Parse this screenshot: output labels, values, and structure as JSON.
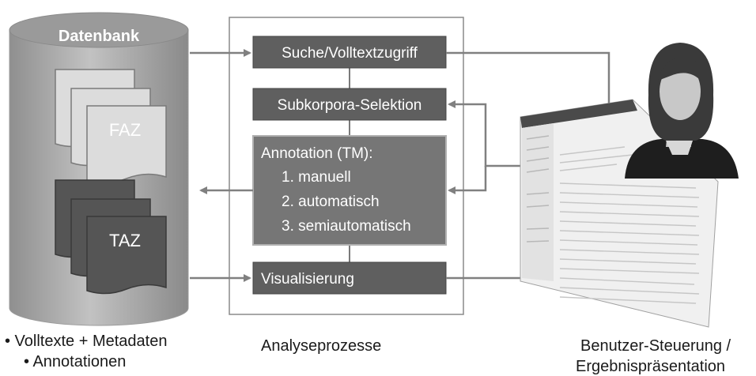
{
  "database": {
    "title": "Datenbank",
    "documents": [
      {
        "label": "FAZ"
      },
      {
        "label": "TAZ"
      }
    ]
  },
  "process": {
    "steps": [
      {
        "label": "Suche/Volltextzugriff"
      },
      {
        "label": "Subkorpora-Selektion"
      },
      {
        "label": "Annotation (TM):",
        "items": [
          "1. manuell",
          "2. automatisch",
          "3. semiautomatisch"
        ]
      },
      {
        "label": "Visualisierung"
      }
    ]
  },
  "captions": {
    "left_line1": "• Volltexte  + Metadaten",
    "left_line2": "• Annotationen",
    "center": "Analyseprozesse",
    "right_line1": "Benutzer-Steuerung /",
    "right_line2": "Ergebnispräsentation"
  },
  "colors": {
    "process_box": "#5f5f5f",
    "annotation_box": "#767676",
    "cylinder": "#a8a8a8",
    "arrow": "#808080",
    "doc_dark": "#555555"
  }
}
